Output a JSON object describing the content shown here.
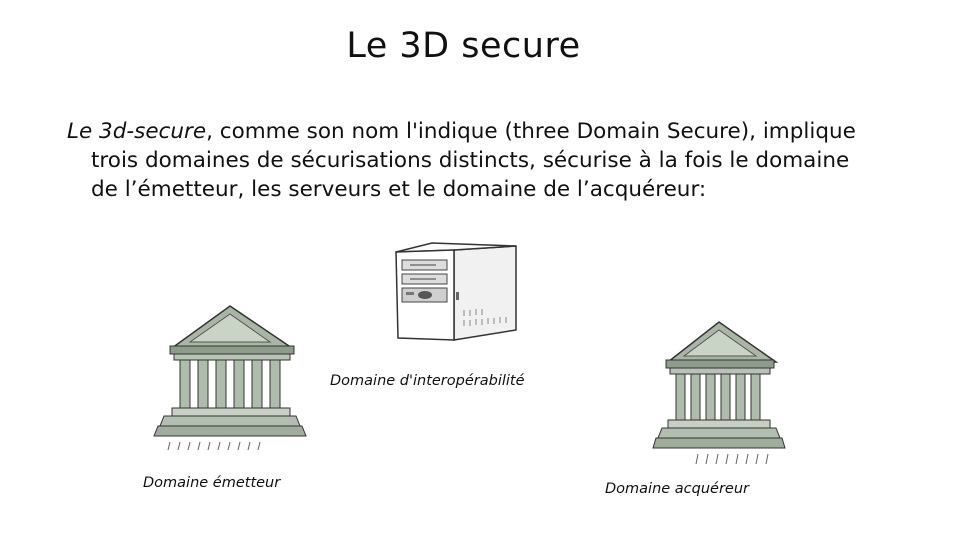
{
  "title": "Le 3D secure",
  "paragraph": {
    "lead_italic": "Le 3d-secure",
    "line1_rest": ", comme son nom l'indique (three Domain Secure), implique",
    "line2": "trois domaines de sécurisations distincts, sécurise à la fois le domaine",
    "line3": "de l’émetteur, les serveurs et le domaine de l’acquéreur:"
  },
  "captions": {
    "interop": "Domaine d'interopérabilité",
    "emetteur": "Domaine émetteur",
    "acquereur": "Domaine acquéreur"
  },
  "icons": [
    "server-icon",
    "bank-building-icon",
    "bank-building-icon"
  ]
}
